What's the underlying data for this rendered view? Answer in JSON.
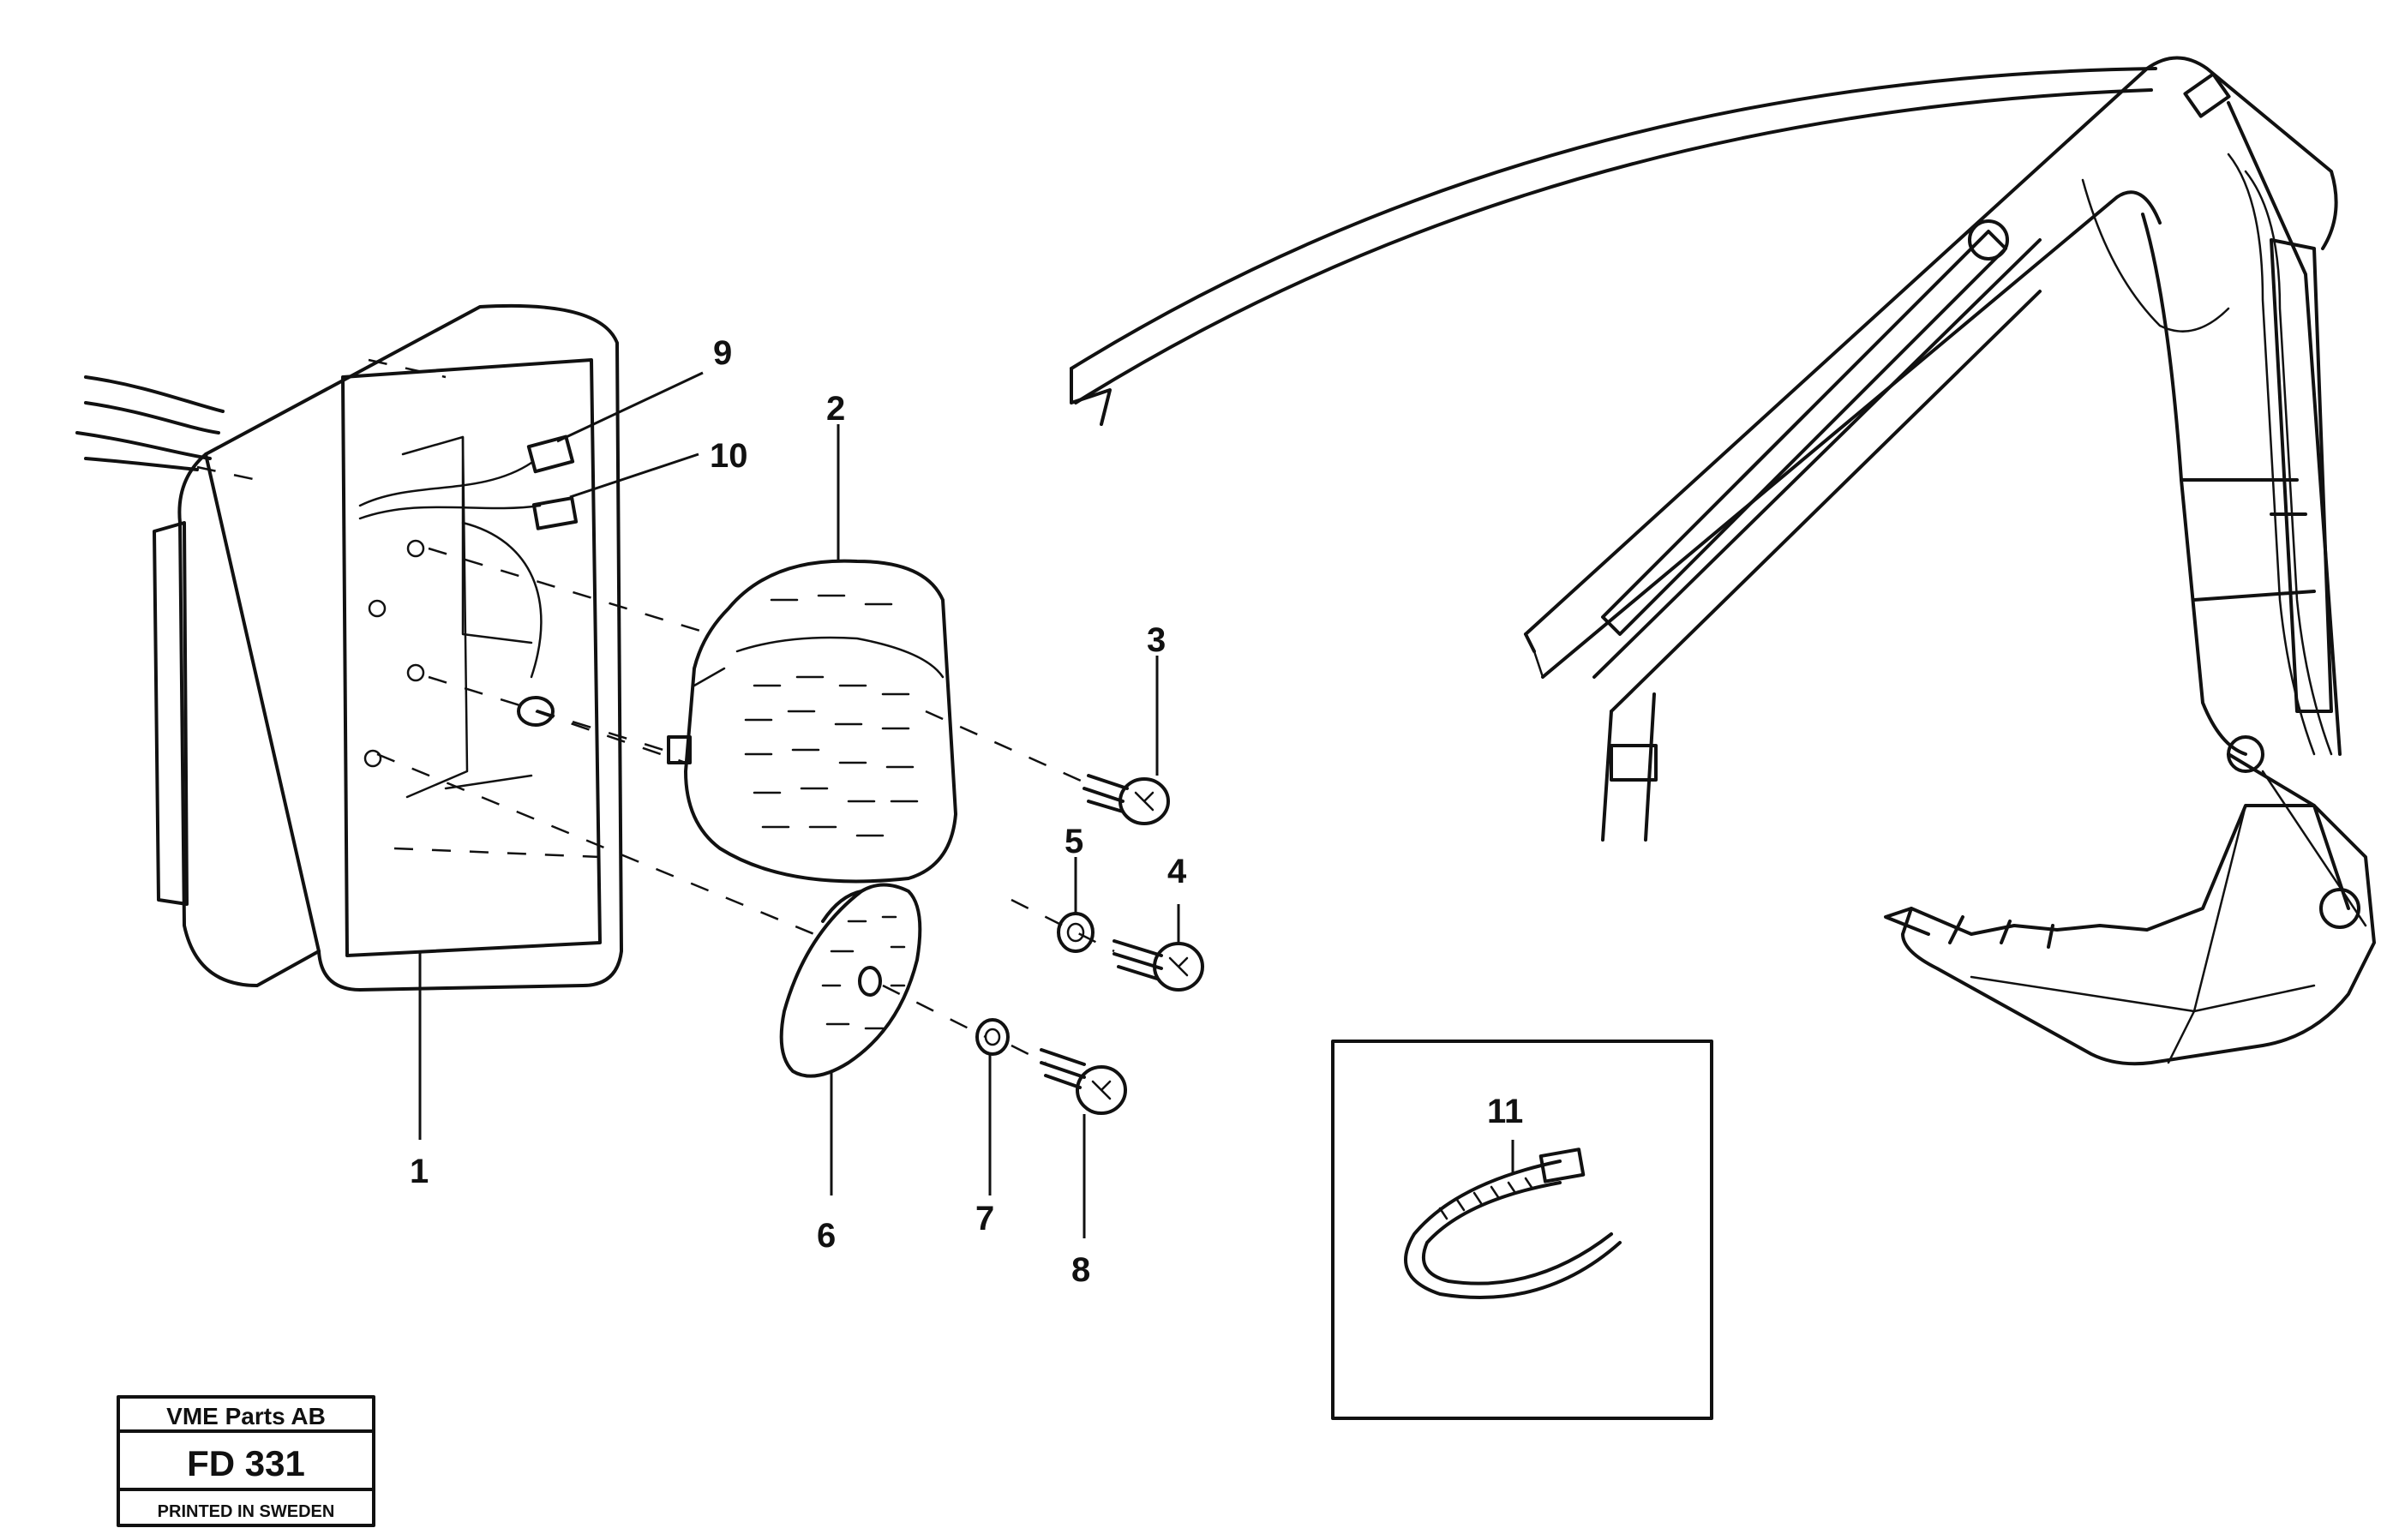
{
  "callouts": [
    {
      "id": "1",
      "label": "1"
    },
    {
      "id": "2",
      "label": "2"
    },
    {
      "id": "3",
      "label": "3"
    },
    {
      "id": "4",
      "label": "4"
    },
    {
      "id": "5",
      "label": "5"
    },
    {
      "id": "6",
      "label": "6"
    },
    {
      "id": "7",
      "label": "7"
    },
    {
      "id": "8",
      "label": "8"
    },
    {
      "id": "9",
      "label": "9"
    },
    {
      "id": "10",
      "label": "10"
    },
    {
      "id": "11",
      "label": "11"
    }
  ],
  "stamp": {
    "company": "VME Parts AB",
    "code": "FD 331",
    "footer": "PRINTED IN SWEDEN"
  },
  "colors": {
    "ink": "#111111",
    "paper": "#ffffff"
  }
}
